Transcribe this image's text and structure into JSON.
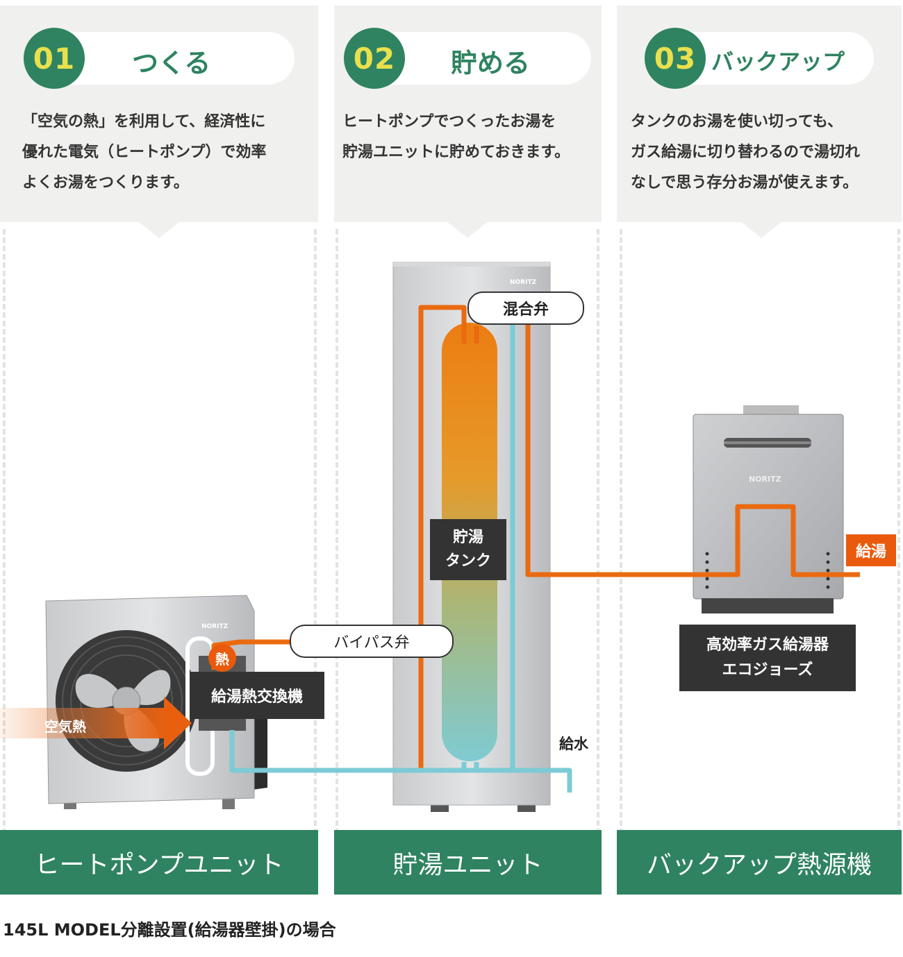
{
  "steps": [
    {
      "number": "01",
      "title": "つくる",
      "description": "「空気の熱」を利用して、経済性に\n優れた電気（ヒートポンプ）で効率\nよくお湯をつくります。"
    },
    {
      "number": "02",
      "title": "貯める",
      "description": "ヒートポンプでつくったお湯を\n貯湯ユニットに貯めておきます。"
    },
    {
      "number": "03",
      "title": "バックアップ",
      "description": "タンクのお湯を使い切っても、\nガス給湯に切り替わるので湯切れ\nなしで思う存分お湯が使えます。"
    }
  ],
  "units": [
    "ヒートポンプユニット",
    "貯湯ユニット",
    "バックアップ熱源機"
  ],
  "labels": {
    "mixing_valve": "混合弁",
    "storage_tank": "貯湯\nタンク",
    "bypass_valve": "バイパス弁",
    "heat": "熱",
    "heat_exchanger": "給湯熱交換機",
    "air_heat": "空気熱",
    "water_supply": "給水",
    "hot_water_supply": "給湯",
    "gas_heater": "高効率ガス給湯器\nエコジョーズ",
    "brand": "NORITZ"
  },
  "caption": "145L MODEL分離設置(給湯器壁掛)の場合",
  "colors": {
    "green": "#2f8360",
    "number_yellow": "#e8e04d",
    "pipe_hot": "#ea6a10",
    "pipe_cold": "#7ccbd6",
    "panel_bg": "#f0f1ee"
  }
}
